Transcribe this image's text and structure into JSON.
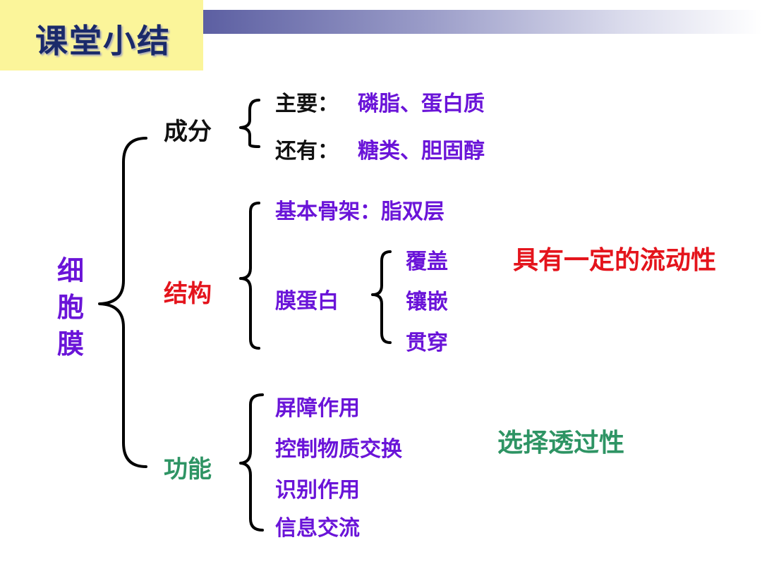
{
  "title": "课堂小结",
  "root": "细胞膜",
  "composition": {
    "label": "成分",
    "main_label": "主要：",
    "main_value": "磷脂、蛋白质",
    "other_label": "还有：",
    "other_value": "糖类、胆固醇"
  },
  "structure": {
    "label": "结构",
    "skeleton": "基本骨架：脂双层",
    "protein": "膜蛋白",
    "protein_modes": [
      "覆盖",
      "镶嵌",
      "贯穿"
    ],
    "property": "具有一定的流动性"
  },
  "function": {
    "label": "功能",
    "items": [
      "屏障作用",
      "控制物质交换",
      "识别作用",
      "信息交流"
    ],
    "property": "选择透过性"
  },
  "colors": {
    "purple": "#6a14d8",
    "red": "#e4141c",
    "green": "#2e9464",
    "title_bg": "#fbf59a"
  }
}
